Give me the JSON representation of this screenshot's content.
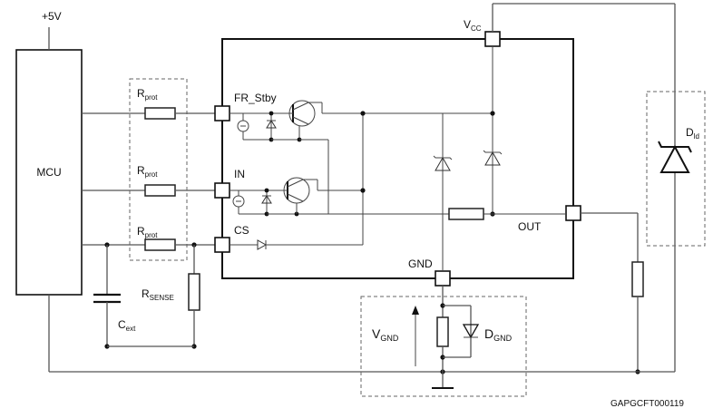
{
  "labels": {
    "supply": "+5V",
    "mcu": "MCU",
    "rprot_main": "R",
    "rprot_sub": "prot",
    "rsense_main": "R",
    "rsense_sub": "SENSE",
    "cext_main": "C",
    "cext_sub": "ext",
    "vcc_main": "V",
    "vcc_sub": "CC",
    "fr_stby": "FR_Stby",
    "in": "IN",
    "cs": "CS",
    "out": "OUT",
    "gnd": "GND",
    "vgnd_main": "V",
    "vgnd_sub": "GND",
    "dgnd_main": "D",
    "dgnd_sub": "GND",
    "dld_main": "D",
    "dld_sub": "ld",
    "figure_id": "GAPGCFT000119"
  }
}
